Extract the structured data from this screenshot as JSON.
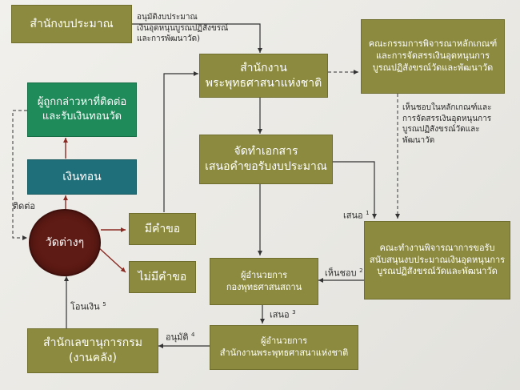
{
  "nodes": {
    "budget_bureau": "สำนักงบประมาณ",
    "nob": [
      "สำนักงาน",
      "พระพุทธศาสนาแห่งชาติ"
    ],
    "committee": [
      "คณะกรรมการพิจารณาหลักเกณฑ์",
      "และการจัดสรรเงินอุดหนุนการ",
      "บูรณปฏิสังขรณ์วัดและพัฒนาวัด"
    ],
    "accused": [
      "ผู้ถูกกล่าวหาที่ติดต่อ",
      "และรับเงินทอนวัด"
    ],
    "kickback": "เงินทอน",
    "prepare_docs": [
      "จัดทำเอกสาร",
      "เสนอคำขอรับงบประมาณ"
    ],
    "temples": "วัดต่างๆ",
    "has_request": "มีคำขอ",
    "no_request": "ไม่มีคำขอ",
    "working_group": [
      "คณะทำงานพิจารณาการขอรับ",
      "สนับสนุนงบประมาณเงินอุดหนุนการ",
      "บูรณปฏิสังขรณ์วัดและพัฒนาวัด"
    ],
    "fund_director": [
      "ผู้อำนวยการ",
      "กองพุทธศาสนสถาน"
    ],
    "permanent_secretary": [
      "สำนักเลขานุการกรม",
      "(งานคลัง)"
    ],
    "nob_director": [
      "ผู้อำนวยการ",
      "สำนักงานพระพุทธศาสนาแห่งชาติ"
    ]
  },
  "labels": {
    "budget_approval": [
      "อนุมัติงบประมาณ",
      "เงินอุดหนุนบูรณปฏิสังขรณ์",
      "และการพัฒนาวัด)"
    ],
    "contact": "ติดต่อ",
    "committee_approval": [
      "เห็นชอบในหลักเกณฑ์และ",
      "การจัดสรรเงินอุดหนุนการ",
      "บูรณปฏิสังขรณ์วัดและ",
      "พัฒนาวัด"
    ],
    "propose_1": {
      "text": "เสนอ",
      "num": "1"
    },
    "agree_2": {
      "text": "เห็นชอบ",
      "num": "2"
    },
    "propose_3": {
      "text": "เสนอ",
      "num": "3"
    },
    "approve_4": {
      "text": "อนุมัติ",
      "num": "4"
    },
    "transfer_5": {
      "text": "โอนเงิน",
      "num": "5"
    }
  },
  "colors": {
    "olive": "#8b8a3e",
    "green": "#1f8a5a",
    "teal": "#1e6f7a",
    "maroon": "#5e1a14",
    "arrow_dark": "#333333",
    "arrow_red": "#8a2a22"
  }
}
